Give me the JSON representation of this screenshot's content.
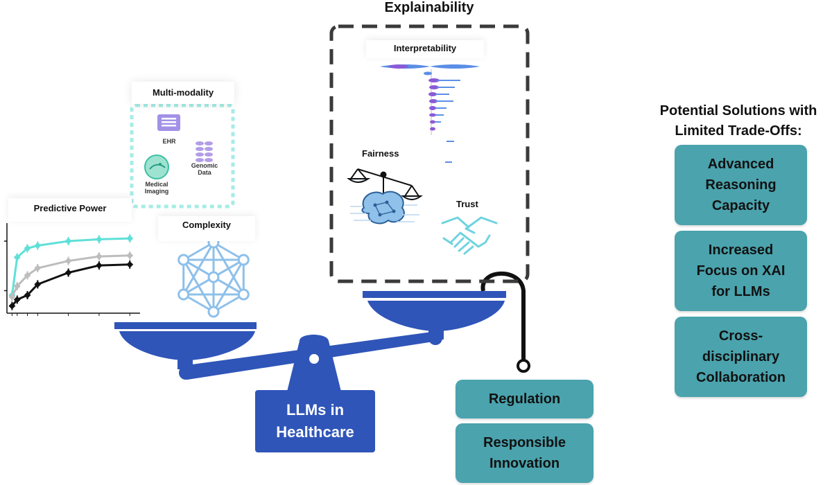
{
  "header": {
    "title": "Explainability"
  },
  "panels": {
    "interpretability": "Interpretability",
    "fairness": "Fairness",
    "trust": "Trust",
    "multimodality": "Multi-modality",
    "complexity": "Complexity",
    "predictive_power": "Predictive Power"
  },
  "modalities": {
    "ehr": "EHR",
    "imaging_1": "Medical",
    "imaging_2": "Imaging",
    "genomic_1": "Genomic",
    "genomic_2": "Data"
  },
  "scale": {
    "base_line1": "LLMs in",
    "base_line2": "Healthcare"
  },
  "weights": {
    "regulation": "Regulation",
    "responsible_1": "Responsible",
    "responsible_2": "Innovation"
  },
  "solutions": {
    "heading_line1": "Potential Solutions with",
    "heading_line2": "Limited Trade-Offs:",
    "items": [
      {
        "line1": "Advanced",
        "line2": "Reasoning",
        "line3": "Capacity"
      },
      {
        "line1": "Increased",
        "line2": "Focus on XAI",
        "line3": "for LLMs"
      },
      {
        "line1": "Cross-",
        "line2": "disciplinary",
        "line3": "Collaboration"
      }
    ]
  },
  "colors": {
    "scale_blue": "#2f55b8",
    "teal": "#4aa3ad",
    "cyan_line": "#5ee0d8",
    "gray_line": "#bdbdbd",
    "black_line": "#111111",
    "network_blue": "#8ec0ea"
  },
  "chart_data": {
    "type": "line",
    "series": [
      {
        "values": [
          0.2,
          0.62,
          0.72,
          0.75,
          0.8,
          0.82,
          0.83
        ]
      },
      {
        "values": [
          0.18,
          0.3,
          0.42,
          0.5,
          0.58,
          0.63,
          0.64
        ]
      },
      {
        "values": [
          0.08,
          0.15,
          0.2,
          0.32,
          0.45,
          0.53,
          0.54
        ]
      }
    ],
    "x": [
      0.5,
      1,
      2,
      3,
      6,
      9,
      12
    ],
    "xlim": [
      0,
      13
    ],
    "ylim": [
      0,
      1
    ],
    "grid": false
  }
}
